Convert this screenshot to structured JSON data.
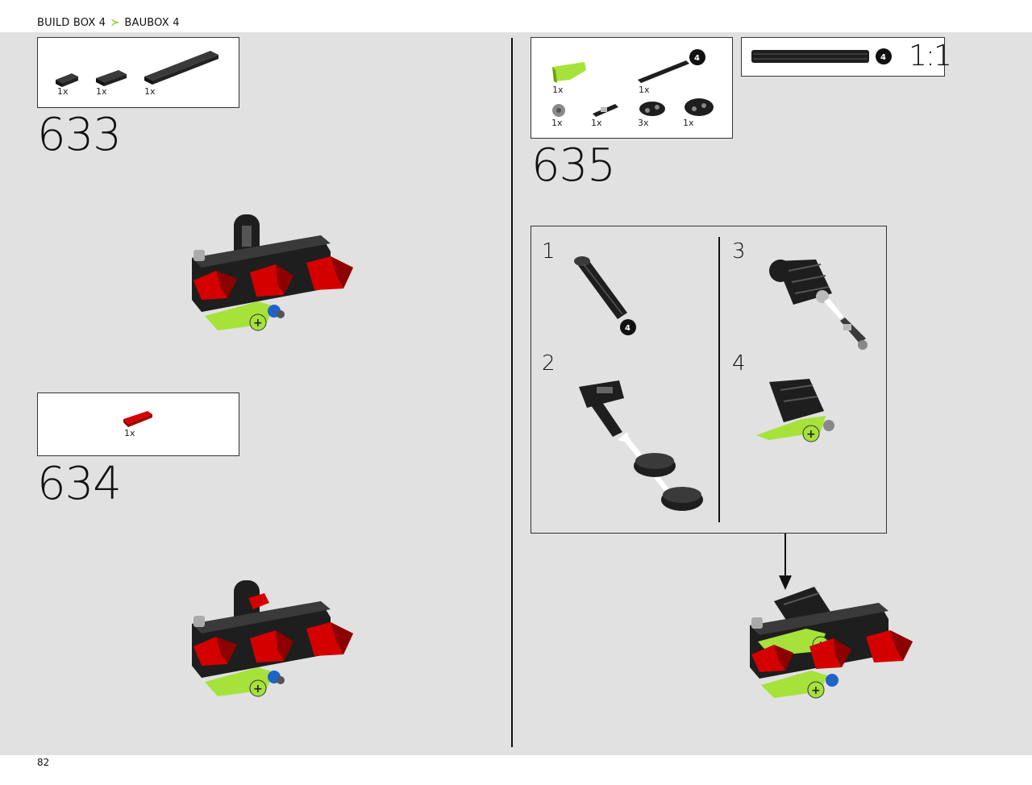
{
  "header": {
    "left": "BUILD BOX 4",
    "separator": "≻",
    "right": "BAUBOX 4"
  },
  "page_number": "82",
  "steps": {
    "s633": {
      "number": "633",
      "parts": [
        {
          "qty": "1x",
          "icon": "tile-1x2-black"
        },
        {
          "qty": "1x",
          "icon": "tile-1x3-black"
        },
        {
          "qty": "1x",
          "icon": "tile-1x8-black"
        }
      ]
    },
    "s634": {
      "number": "634",
      "parts": [
        {
          "qty": "1x",
          "icon": "connector-peg-red"
        }
      ]
    },
    "s635": {
      "number": "635",
      "parts": [
        {
          "qty": "1x",
          "icon": "panel-lime"
        },
        {
          "qty": "1x",
          "icon": "axle-4-black",
          "length": "4"
        },
        {
          "qty": "1x",
          "icon": "bush-grey"
        },
        {
          "qty": "1x",
          "icon": "axle-pin-black"
        },
        {
          "qty": "3x",
          "icon": "beam-2-black"
        },
        {
          "qty": "1x",
          "icon": "beam-2-thick-black"
        }
      ],
      "scale": {
        "length": "4",
        "label": "1:1"
      },
      "substeps": [
        {
          "label": "1",
          "callout": "4"
        },
        {
          "label": "2"
        },
        {
          "label": "3"
        },
        {
          "label": "4"
        }
      ]
    }
  },
  "colors": {
    "lime": "#a6e23a",
    "red": "#d40000",
    "black": "#1e1e1e",
    "blue": "#1e64c8",
    "grey": "#9a9a9a",
    "panel_bg": "#e1e1e1"
  }
}
